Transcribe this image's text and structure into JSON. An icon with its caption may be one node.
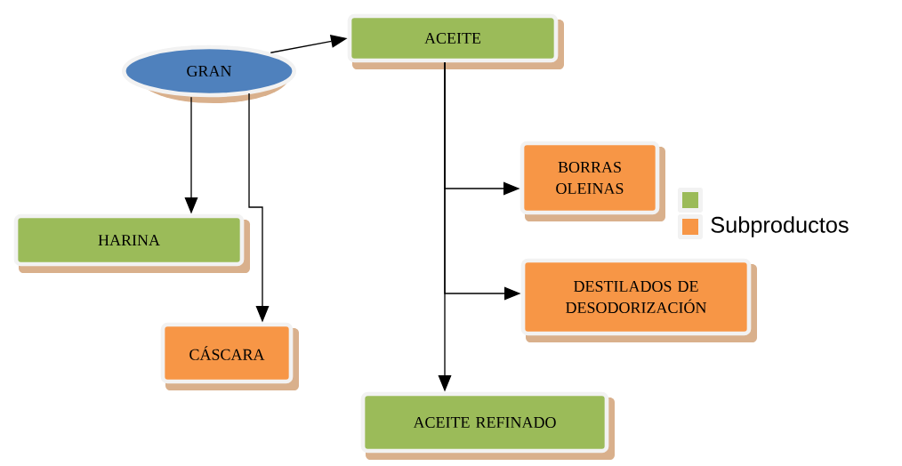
{
  "diagram": {
    "nodes": [
      {
        "text": [
          "GRAN"
        ]
      },
      {
        "text": [
          "ACEITE"
        ]
      },
      {
        "text": [
          "HARINA"
        ]
      },
      {
        "text": [
          "CÁSCARA"
        ]
      },
      {
        "text": [
          "BORRAS OLEINAS"
        ]
      },
      {
        "text": [
          "DESTILADOS DE DESODORIZACIÓN"
        ]
      },
      {
        "text": [
          "ACEITE REFINADO"
        ]
      }
    ],
    "edges": [
      {
        "from": 0,
        "to": 1,
        "arrow": "to"
      },
      {
        "from": 0,
        "to": 2,
        "arrow": "to"
      },
      {
        "from": 0,
        "to": 3,
        "arrow": "to"
      },
      {
        "from": 1,
        "to": 6,
        "arrow": "to"
      },
      {
        "from": 1,
        "to": 4,
        "arrow": "to"
      },
      {
        "from": 1,
        "to": 5,
        "arrow": "to"
      }
    ],
    "legend": [
      {
        "text": "Subproductos",
        "color": "#f79646"
      }
    ]
  }
}
